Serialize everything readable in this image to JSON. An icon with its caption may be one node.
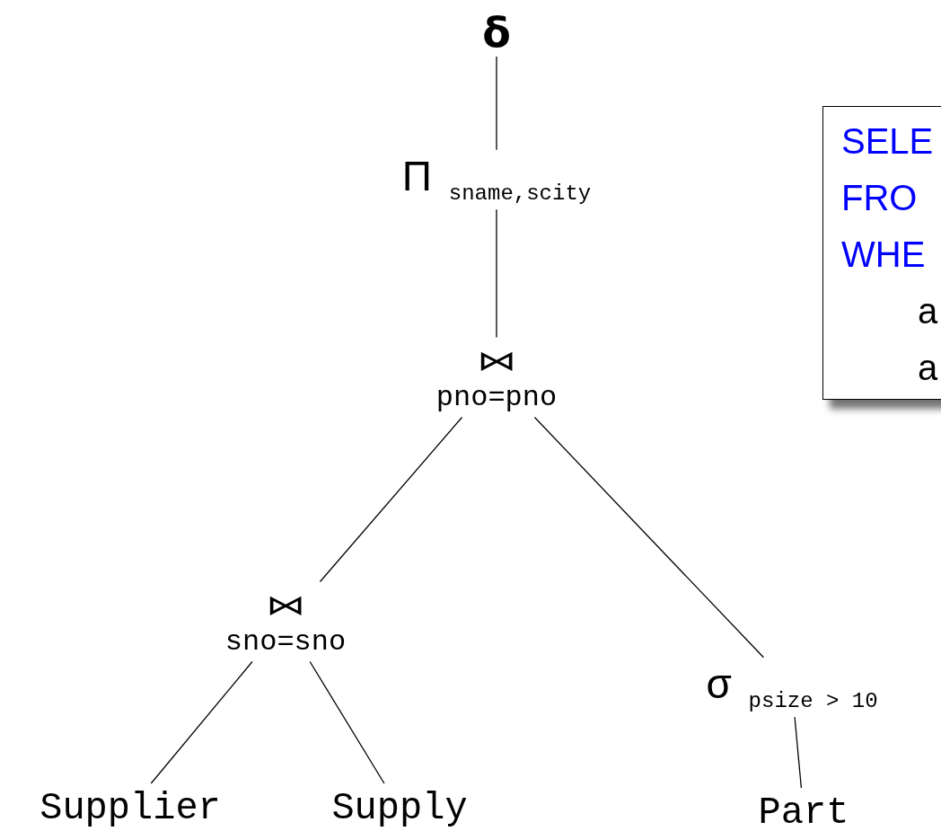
{
  "diagram": {
    "nodes": [
      {
        "text": [
          "δ"
        ]
      },
      {
        "text": [
          "Π $_{sname,scity}$"
        ]
      },
      {
        "text": [
          "⋈",
          "pno=pno"
        ]
      },
      {
        "text": [
          "⋈",
          "sno=sno"
        ]
      },
      {
        "text": [
          "σ $_{psize > 10}$"
        ]
      },
      {
        "text": [
          "Supplier"
        ]
      },
      {
        "text": [
          "Supply"
        ]
      },
      {
        "text": [
          "Part"
        ]
      },
      {
        "text": [
          "SELE",
          "FRO",
          "WHE",
          "a",
          "a"
        ]
      }
    ],
    "edges": [
      {
        "from": 0,
        "to": 1,
        "arrow": "none"
      },
      {
        "from": 1,
        "to": 2,
        "arrow": "none"
      },
      {
        "from": 2,
        "to": 3,
        "arrow": "none"
      },
      {
        "from": 2,
        "to": 4,
        "arrow": "none"
      },
      {
        "from": 3,
        "to": 5,
        "arrow": "none"
      },
      {
        "from": 3,
        "to": 6,
        "arrow": "none"
      },
      {
        "from": 4,
        "to": 7,
        "arrow": "none"
      }
    ]
  }
}
